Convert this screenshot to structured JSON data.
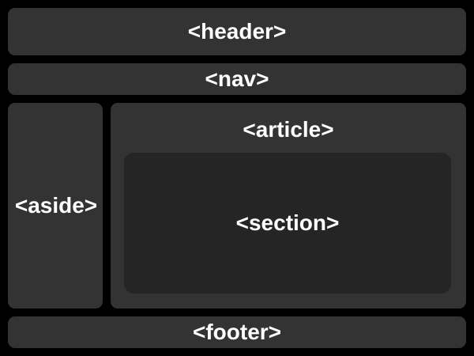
{
  "diagram": {
    "header": {
      "label": "<header>"
    },
    "nav": {
      "label": "<nav>"
    },
    "aside": {
      "label": "<aside>"
    },
    "article": {
      "label": "<article>"
    },
    "section": {
      "label": "<section>"
    },
    "footer": {
      "label": "<footer>"
    }
  },
  "colors": {
    "background": "#000000",
    "block": "#333333",
    "inner_block": "#252525",
    "text": "#ffffff"
  }
}
